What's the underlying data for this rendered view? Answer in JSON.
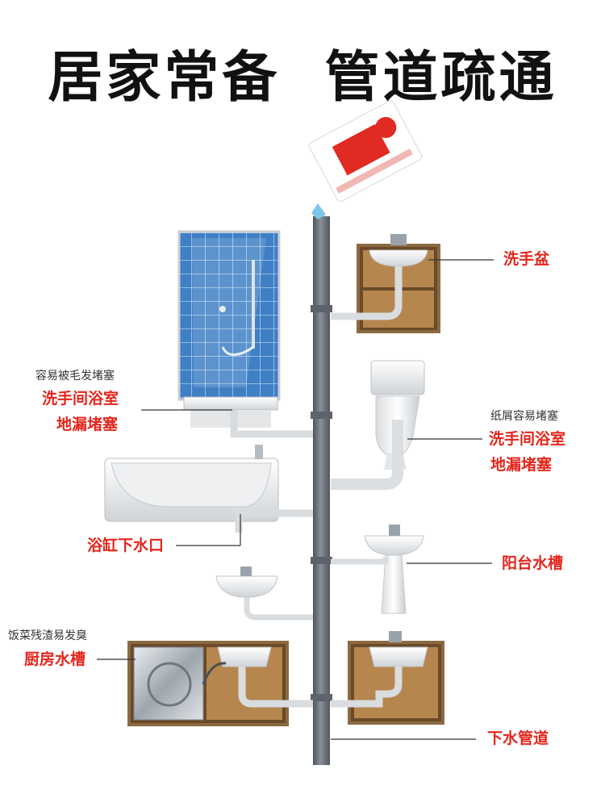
{
  "title": "居家常备  管道疏通",
  "colors": {
    "label_red": "#e3261c",
    "pipe": "#6b7178",
    "wood": "#b5874e",
    "tile": "#3f7fc4"
  },
  "labels": {
    "washbasin": "洗手盆",
    "shower_note": "容易被毛发堵塞",
    "shower_line1": "洗手间浴室",
    "shower_line2": "地漏堵塞",
    "toilet_note": "纸屑容易堵塞",
    "toilet_line1": "洗手间浴室",
    "toilet_line2": "地漏堵塞",
    "bathtub": "浴缸下水口",
    "balcony": "阳台水槽",
    "kitchen_note": "饭菜残渣易发臭",
    "kitchen": "厨房水槽",
    "drain_pipe": "下水管道"
  }
}
